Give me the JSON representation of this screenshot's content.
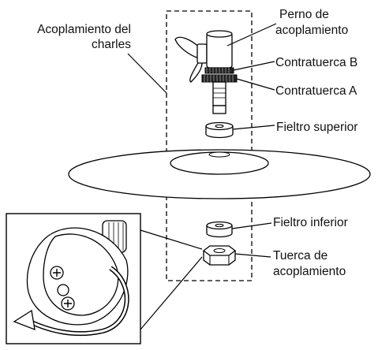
{
  "labels": {
    "hihat_clutch": [
      "Acoplamiento del",
      "charles"
    ],
    "clutch_bolt": [
      "Perno de",
      "acoplamiento"
    ],
    "lock_nut_b": "Contratuerca B",
    "lock_nut_a": "Contratuerca A",
    "upper_felt": "Fieltro superior",
    "lower_felt": "Fieltro inferior",
    "clutch_nut": [
      "Tuerca de",
      "acoplamiento"
    ]
  }
}
